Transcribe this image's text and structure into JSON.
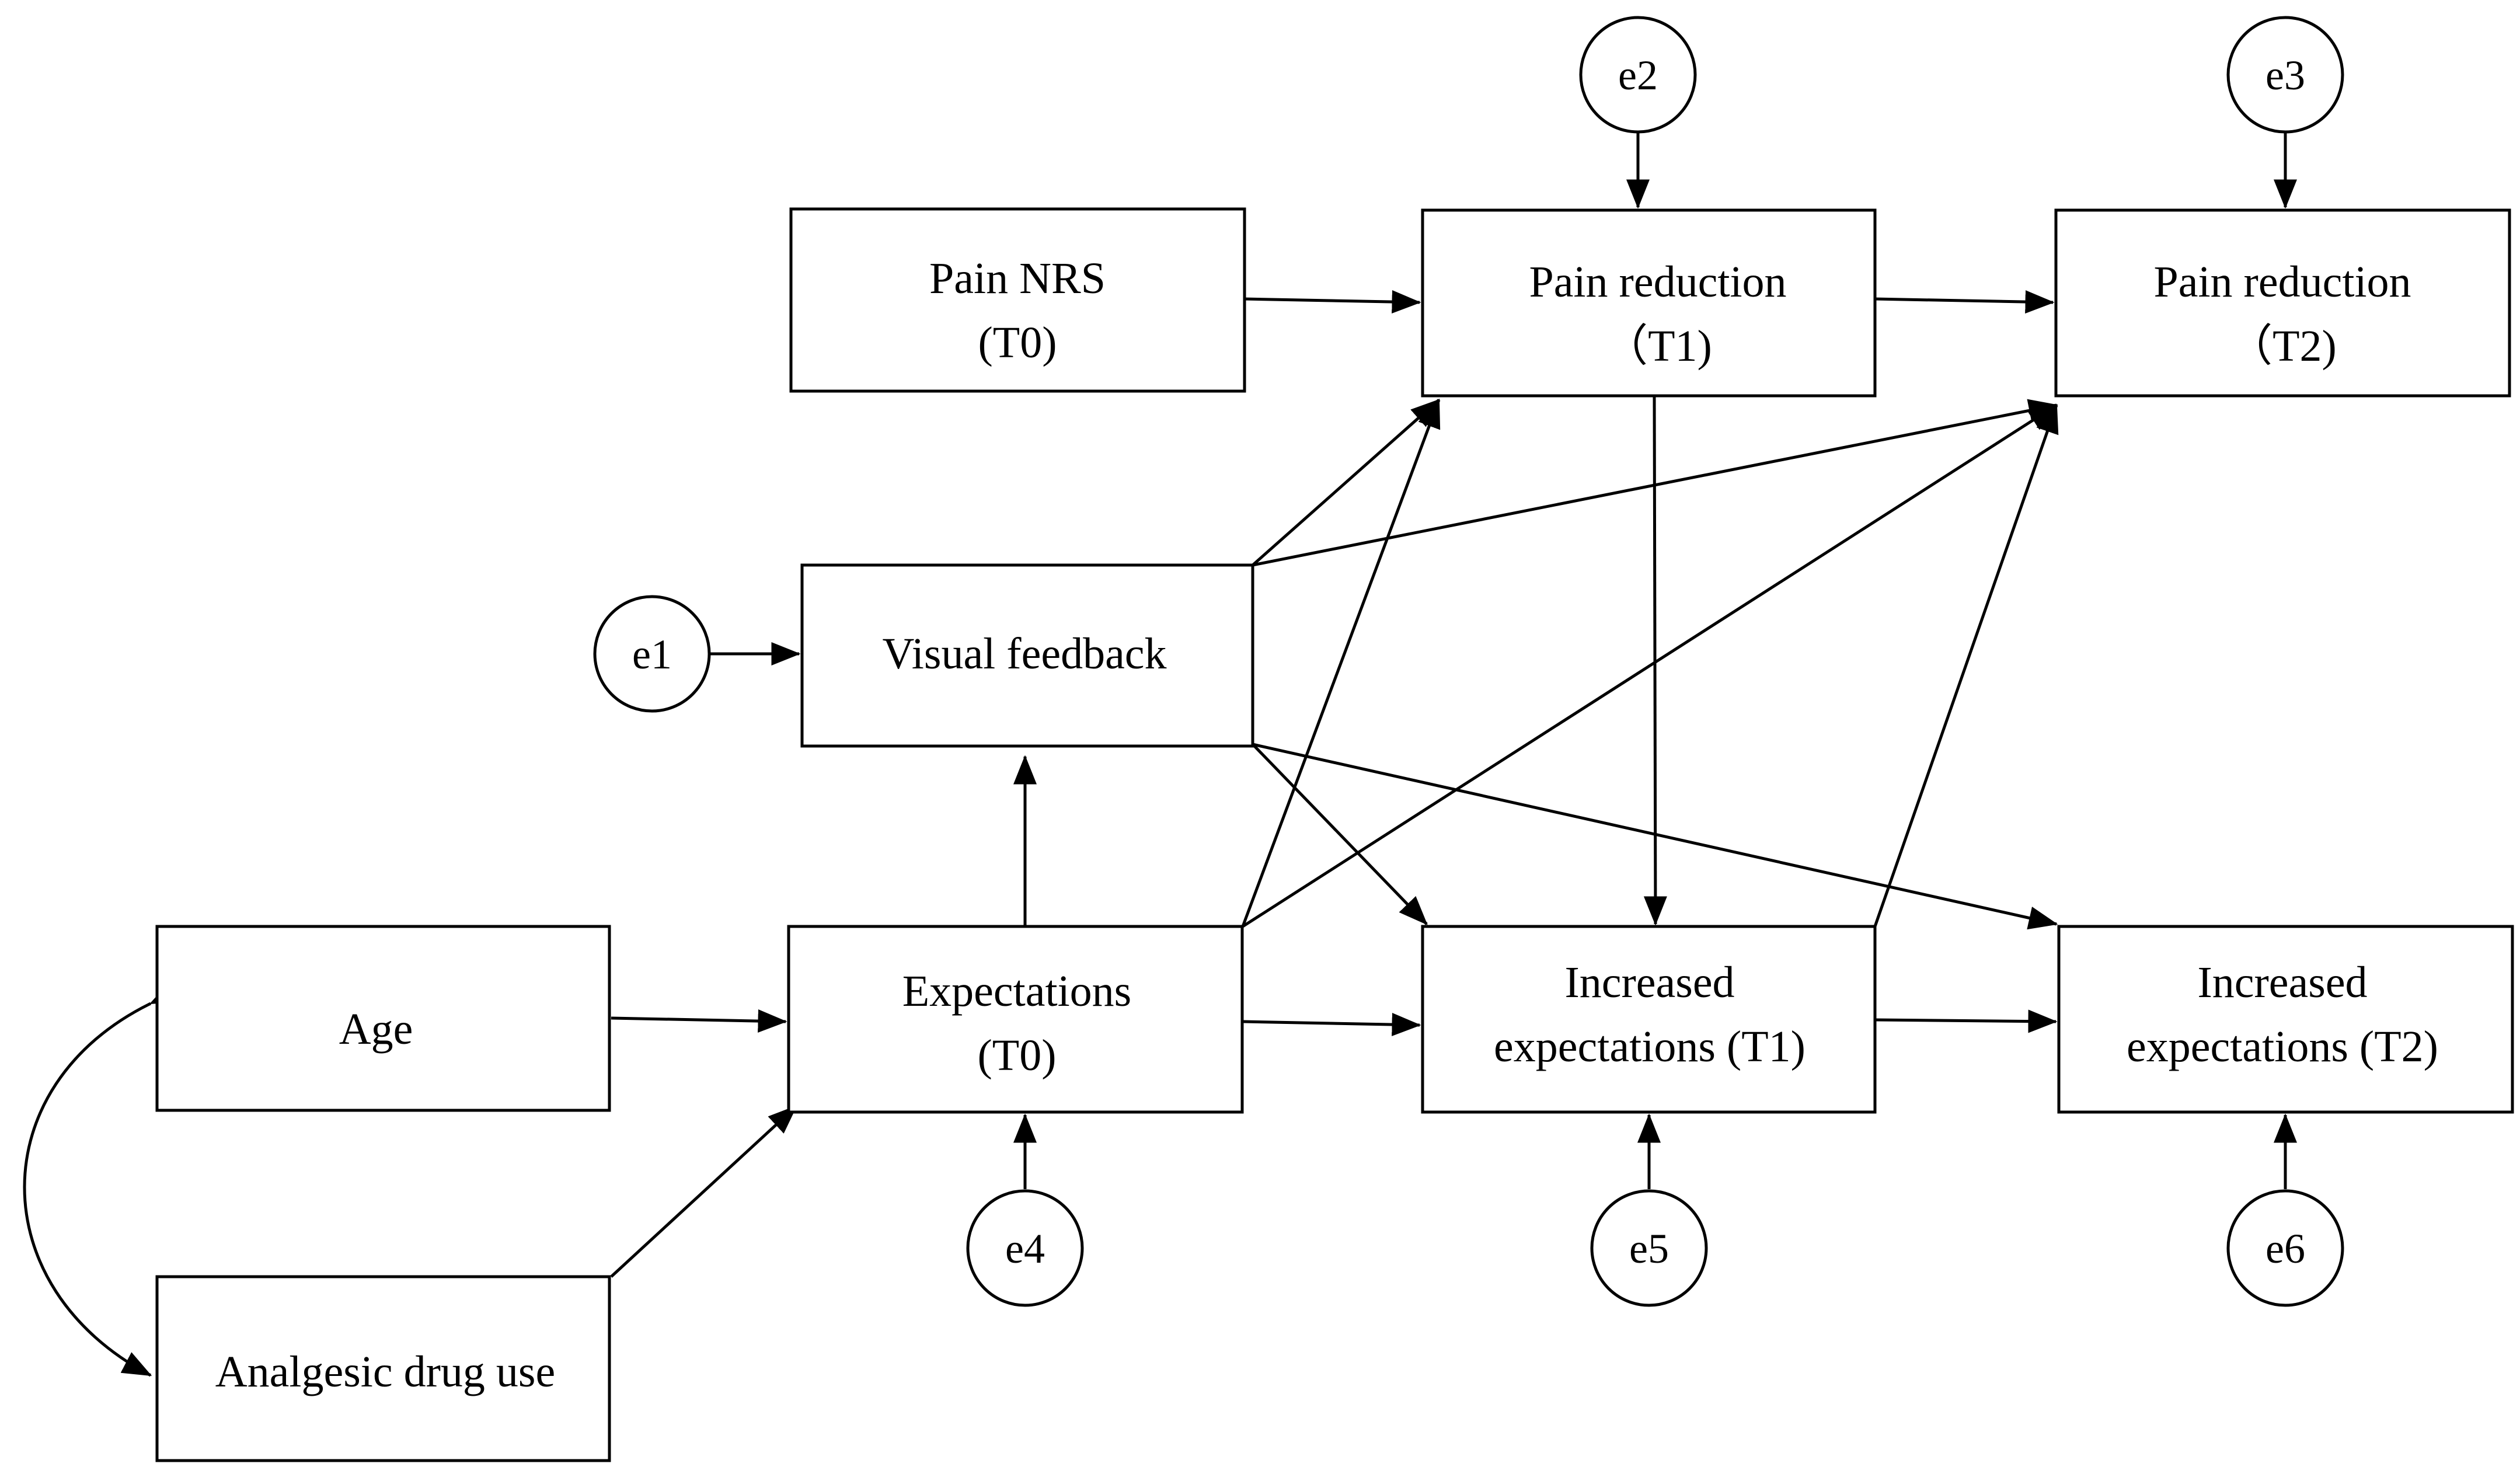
{
  "nodes": {
    "pain_nrs_t0": {
      "line1": "Pain NRS",
      "line2": "(T0)"
    },
    "pain_reduction_t1": {
      "line1": "Pain reduction",
      "line2": "（T1)"
    },
    "pain_reduction_t2": {
      "line1": "Pain reduction",
      "line2": "（T2)"
    },
    "visual_feedback": {
      "line1": "Visual feedback"
    },
    "age": {
      "line1": "Age"
    },
    "expectations_t0": {
      "line1": "Expectations",
      "line2": "(T0)"
    },
    "increased_expectations_t1": {
      "line1": "Increased",
      "line2": "expectations (T1)"
    },
    "increased_expectations_t2": {
      "line1": "Increased",
      "line2": "expectations (T2)"
    },
    "analgesic_drug_use": {
      "line1": "Analgesic drug use"
    }
  },
  "errors": {
    "e1": "e1",
    "e2": "e2",
    "e3": "e3",
    "e4": "e4",
    "e5": "e5",
    "e6": "e6"
  },
  "colors": {
    "stroke": "#000000",
    "background": "#ffffff"
  }
}
